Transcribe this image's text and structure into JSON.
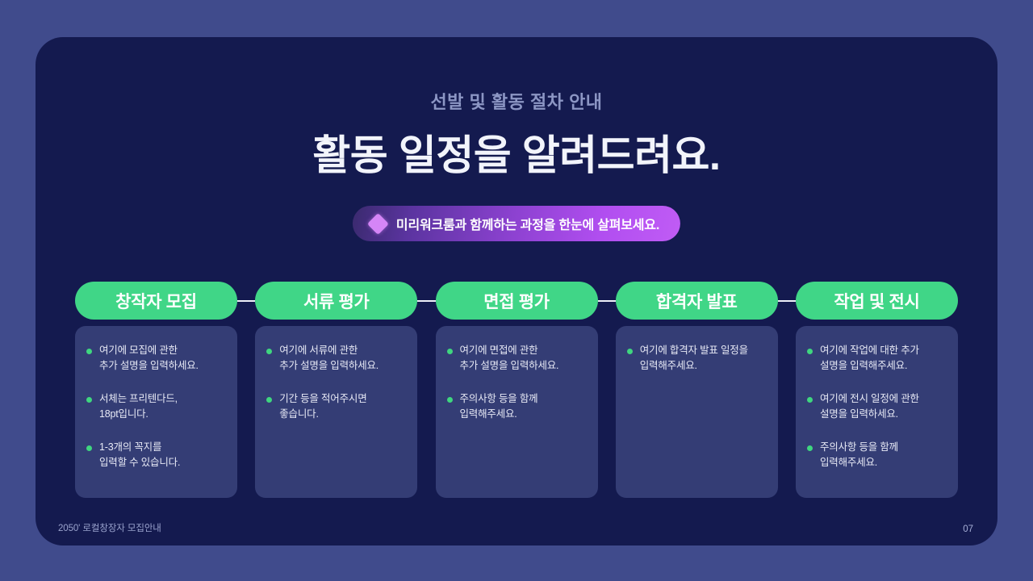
{
  "slide": {
    "eyebrow": "선발 및 활동 절차 안내",
    "headline": "활동 일정을 알려드려요.",
    "badge": {
      "icon": "diamond-icon",
      "text": "미리워크룸과 함께하는 과정을 한눈에 살펴보세요."
    },
    "colors": {
      "outer_background": "#404b8c",
      "panel_background": "#141a4f",
      "card_background": "#343d75",
      "step_pill_green": "#40d687",
      "bullet_dot_green": "#3fd67f",
      "badge_gradient_start": "#3a2a6e",
      "badge_gradient_end": "#c05cf5",
      "eyebrow_text": "#8c96c4",
      "headline_text": "#f2f4fb",
      "connector_line": "#eef0f8"
    }
  },
  "steps": [
    {
      "label": "창작자 모집",
      "bullets": [
        "여기에 모집에 관한\n추가 설명을 입력하세요.",
        "서체는 프리텐다드,\n18pt입니다.",
        "1-3개의 꼭지를\n입력할 수 있습니다."
      ]
    },
    {
      "label": "서류 평가",
      "bullets": [
        "여기에 서류에 관한\n추가 설명을 입력하세요.",
        "기간 등을 적어주시면\n좋습니다."
      ]
    },
    {
      "label": "면접 평가",
      "bullets": [
        "여기에 면접에 관한\n추가 설명을 입력하세요.",
        "주의사항 등을 함께\n입력해주세요."
      ]
    },
    {
      "label": "합격자 발표",
      "bullets": [
        "여기에 합격자 발표 일정을\n입력해주세요."
      ]
    },
    {
      "label": "작업 및 전시",
      "bullets": [
        "여기에 작업에 대한 추가\n설명을 입력해주세요.",
        "여기에 전시 일정에 관한\n설명을 입력하세요.",
        "주의사항 등을 함께\n입력해주세요."
      ]
    }
  ],
  "footer": {
    "left": "2050' 로컬창장자 모집안내",
    "page_number": "07"
  }
}
